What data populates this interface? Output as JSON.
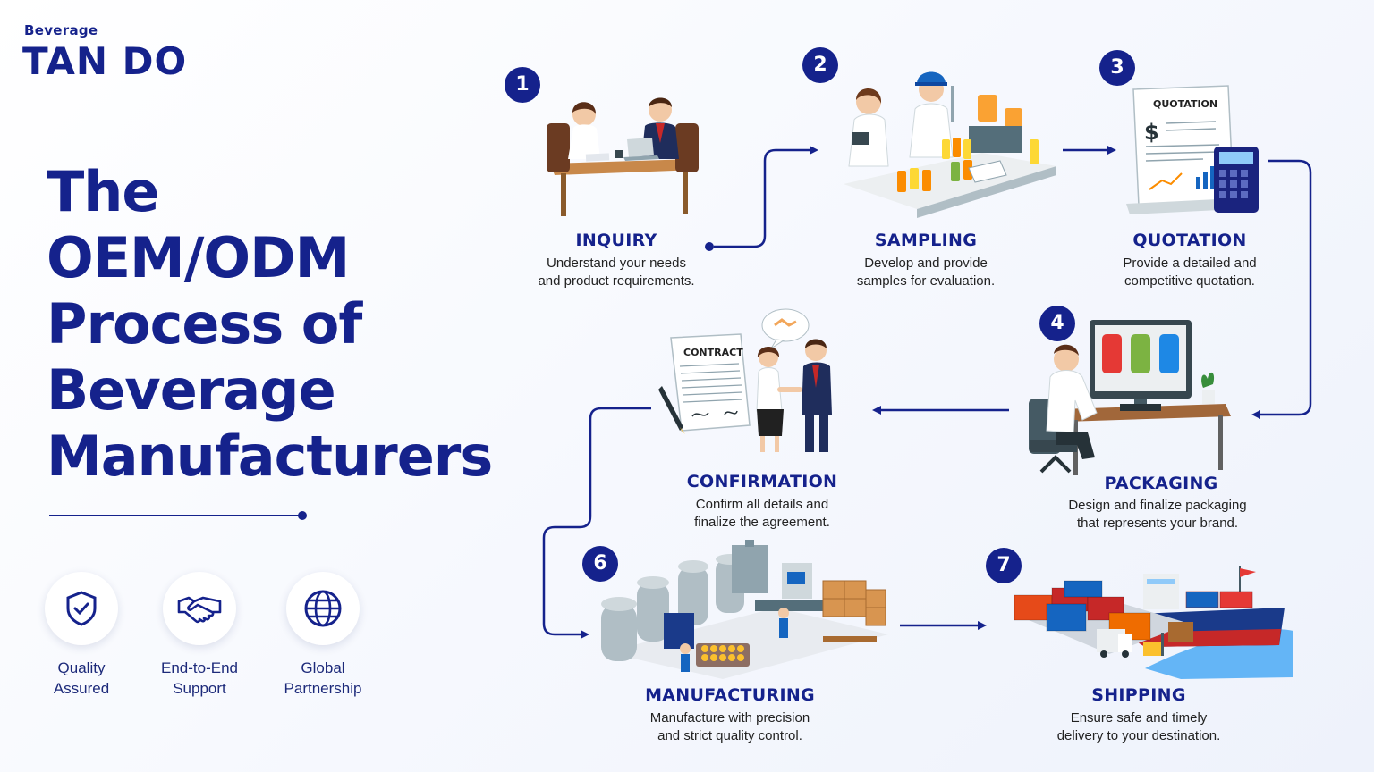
{
  "brand": {
    "small": "Beverage",
    "big": "TAN DO"
  },
  "title_lines": [
    "The",
    "OEM/ODM",
    "Process of",
    "Beverage",
    "Manufacturers"
  ],
  "features": [
    {
      "label": "Quality\nAssured",
      "icon": "shield-check-icon"
    },
    {
      "label": "End-to-End\nSupport",
      "icon": "handshake-icon"
    },
    {
      "label": "Global\nPartnership",
      "icon": "globe-icon"
    }
  ],
  "steps": [
    {
      "num": "1",
      "title": "INQUIRY",
      "desc": "Understand your needs\nand product requirements."
    },
    {
      "num": "2",
      "title": "SAMPLING",
      "desc": "Develop and provide\nsamples for evaluation."
    },
    {
      "num": "3",
      "title": "QUOTATION",
      "desc": "Provide a detailed and\ncompetitive quotation."
    },
    {
      "num": "4",
      "title": "PACKAGING",
      "desc": "Design and finalize packaging\nthat represents your brand."
    },
    {
      "num": "",
      "title": "CONFIRMATION",
      "desc": "Confirm all details and\nfinalize the agreement."
    },
    {
      "num": "6",
      "title": "MANUFACTURING",
      "desc": "Manufacture with precision\nand strict quality control."
    },
    {
      "num": "7",
      "title": "SHIPPING",
      "desc": "Ensure safe and timely\ndelivery to your destination."
    }
  ],
  "illustration_text": {
    "quotation": "QUOTATION",
    "dollar": "$",
    "contract": "CONTRACT"
  },
  "colors": {
    "navy": "#15228c",
    "accent": "#f05a28"
  }
}
